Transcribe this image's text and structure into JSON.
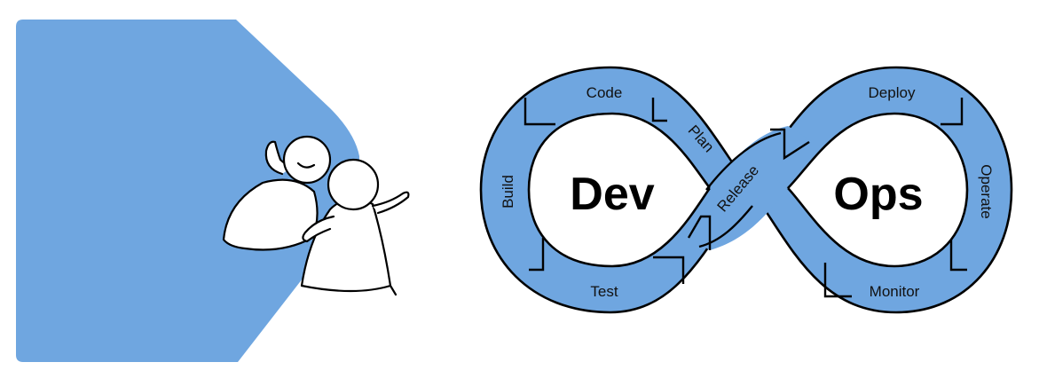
{
  "colors": {
    "accent": "#6fa6e0",
    "stroke": "#000000",
    "background": "#ffffff",
    "figure_fill": "#ffffff"
  },
  "figures": {
    "icon": "two-people-waving-icon"
  },
  "devops": {
    "loop_left_label": "Dev",
    "loop_right_label": "Ops",
    "stages": {
      "plan": "Plan",
      "code": "Code",
      "build": "Build",
      "test": "Test",
      "release": "Release",
      "deploy": "Deploy",
      "operate": "Operate",
      "monitor": "Monitor"
    }
  }
}
